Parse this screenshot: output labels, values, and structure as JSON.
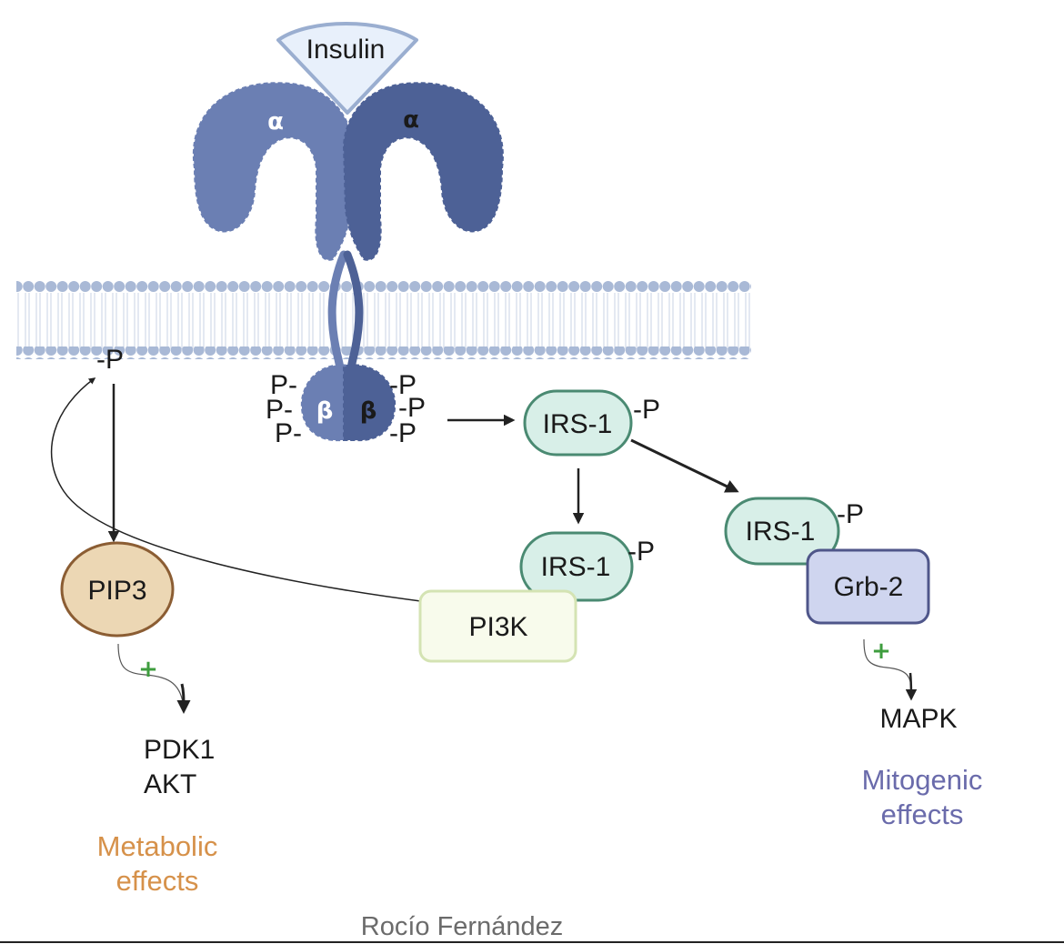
{
  "labels": {
    "insulin": "Insulin",
    "alpha_left": "α",
    "alpha_right": "α",
    "beta_left": "β",
    "beta_right": "β",
    "phos_left_1": "P-",
    "phos_left_2": "P-",
    "phos_left_3": "P-",
    "phos_right_1": "-P",
    "phos_right_2": "-P",
    "phos_right_3": "-P",
    "membrane_phos": "-P",
    "irs1_top": "IRS-1",
    "irs1_top_phos": "-P",
    "irs1_mid": "IRS-1",
    "irs1_mid_phos": "-P",
    "irs1_right": "IRS-1",
    "irs1_right_phos": "-P",
    "grb2": "Grb-2",
    "pi3k": "PI3K",
    "pip3": "PIP3",
    "plus_left": "+",
    "plus_right": "+",
    "pdk1": "PDK1",
    "akt": "AKT",
    "mapk": "MAPK",
    "metabolic_line1": "Metabolic",
    "metabolic_line2": "effects",
    "mitogenic_line1": "Mitogenic",
    "mitogenic_line2": "effects",
    "credit": "Rocío Fernández"
  },
  "colors": {
    "receptor_light": "#6b7fb3",
    "receptor_dark": "#4d6196",
    "membrane_head": "#a9b9d6",
    "insulin_fill": "#e8f0fb",
    "insulin_stroke": "#9aaed0",
    "irs_fill": "#d8efe8",
    "irs_stroke": "#4a8a72",
    "pi3k_fill": "#f8fbec",
    "pi3k_stroke": "#d4e3b3",
    "pip3_fill": "#ecd7b4",
    "pip3_stroke": "#8b5d33",
    "grb2_fill": "#cfd5ef",
    "grb2_stroke": "#4f568a",
    "plus_green": "#3e9d3e",
    "metabolic_orange": "#d6914a",
    "mitogenic_purple": "#6a6bab"
  }
}
